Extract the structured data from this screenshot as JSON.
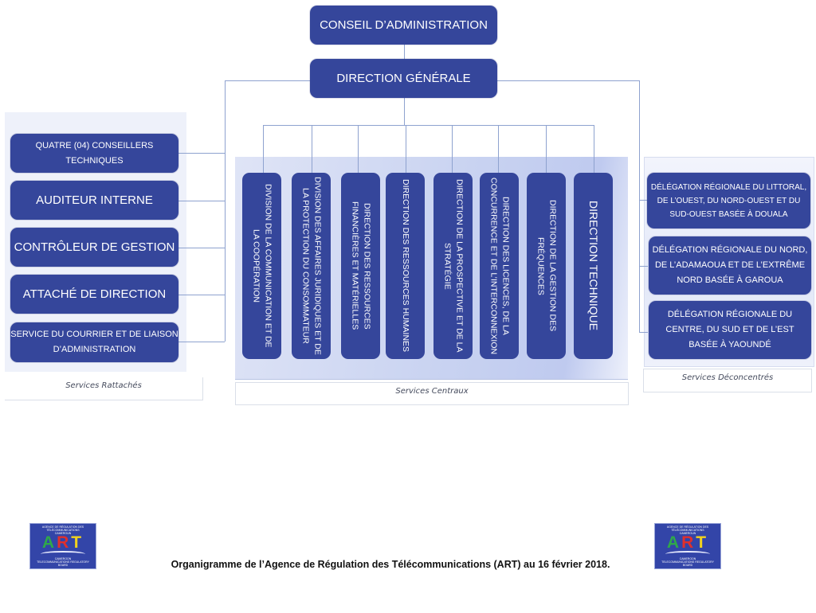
{
  "top": {
    "board": "CONSEIL D’ADMINISTRATION",
    "general_direction": "DIRECTION GÉNÉRALE"
  },
  "attached_services": {
    "caption": "Services Rattachés",
    "items": [
      {
        "label": "QUATRE (04) CONSEILLERS\nTECHNIQUES"
      },
      {
        "label": "AUDITEUR INTERNE"
      },
      {
        "label": "CONTRÔLEUR DE GESTION"
      },
      {
        "label": "ATTACHÉ DE DIRECTION"
      },
      {
        "label": "SERVICE DU COURRIER ET DE LIAISON\nD’ADMINISTRATION"
      }
    ]
  },
  "central_services": {
    "caption": "Services Centraux",
    "items": [
      {
        "label": "DIVISION DE LA COMMUNICATION ET DE\nLA COOPÉRATION"
      },
      {
        "label": "DIVISION DES AFFAIRES JURIDIQUES ET DE\nLA PROTECTION DU CONSOMMATEUR"
      },
      {
        "label": "DIRECTION DES RESSOURCES\nFINANCIÈRES ET MATÉRIELLES"
      },
      {
        "label": "DIRECTION DES RESSOURCES HUMAINES"
      },
      {
        "label": "DIRECTION DE LA PROSPECTIVE ET DE LA\nSTRATÉGIE"
      },
      {
        "label": "DIRECTION DES LICENCES, DE LA\nCONCURRENCE ET DE L’INTERCONNEXION"
      },
      {
        "label": "DIRECTION DE LA GESTION DES\nFRÉQUENCES"
      },
      {
        "label": "DIRECTION TECHNIQUE"
      }
    ]
  },
  "deconcentrated_services": {
    "caption": "Services Déconcentrés",
    "items": [
      {
        "label": "DÉLÉGATION RÉGIONALE DU LITTORAL,\nDE L’OUEST, DU NORD-OUEST ET DU\nSUD-OUEST BASÉE À DOUALA"
      },
      {
        "label": "DÉLÉGATION RÉGIONALE DU NORD,\nDE L’ADAMAOUA ET DE L’EXTRÊME\nNORD BASÉE À GAROUA"
      },
      {
        "label": "DÉLÉGATION RÉGIONALE DU\nCENTRE, DU SUD ET DE L’EST\nBASÉE À YAOUNDÉ"
      }
    ]
  },
  "logo": {
    "top_text": "AGENCE DE RÉGULATION DES TÉLÉCOMMUNICATIONS\nCAMEROUN",
    "letters": [
      "A",
      "R",
      "T"
    ],
    "letter_colors": [
      "#2fa84a",
      "#e0302c",
      "#f1d21e"
    ],
    "bottom_text": "CAMEROON\nTELECOMMUNICATIONS REGULATORY BOARD"
  },
  "footer": {
    "caption": "Organigramme de l’Agence de Régulation des Télécommunications (ART) au 16 février 2018."
  },
  "colors": {
    "box": "#35469b",
    "connector": "#8ea2cf"
  }
}
